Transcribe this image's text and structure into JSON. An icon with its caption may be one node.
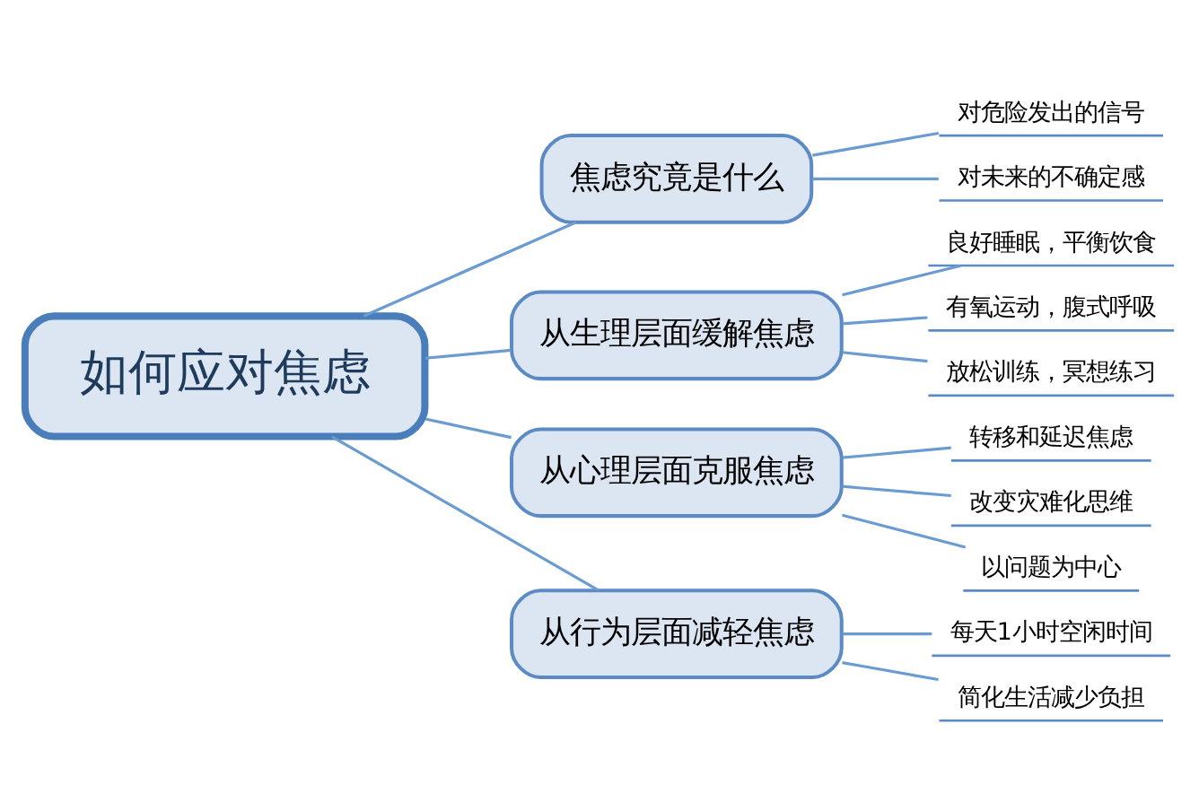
{
  "diagram": {
    "nodes": [
      {
        "text": [
          "如何应对焦虑"
        ]
      },
      {
        "text": [
          "焦虑究竟是什么"
        ]
      },
      {
        "text": [
          "对危险发出的信号"
        ]
      },
      {
        "text": [
          "对未来的不确定感"
        ]
      },
      {
        "text": [
          "从生理层面缓解焦虑"
        ]
      },
      {
        "text": [
          "良好睡眠，平衡饮食"
        ]
      },
      {
        "text": [
          "有氧运动，腹式呼吸"
        ]
      },
      {
        "text": [
          "放松训练，冥想练习"
        ]
      },
      {
        "text": [
          "从心理层面克服焦虑"
        ]
      },
      {
        "text": [
          "转移和延迟焦虑"
        ]
      },
      {
        "text": [
          "改变灾难化思维"
        ]
      },
      {
        "text": [
          "以问题为中心"
        ]
      },
      {
        "text": [
          "从行为层面减轻焦虑"
        ]
      },
      {
        "text": [
          "每天1小时空闲时间"
        ]
      },
      {
        "text": [
          "简化生活减少负担"
        ]
      }
    ],
    "edges": [
      {
        "from": 0,
        "to": 1,
        "arrow": "none"
      },
      {
        "from": 1,
        "to": 2,
        "arrow": "none"
      },
      {
        "from": 1,
        "to": 3,
        "arrow": "none"
      },
      {
        "from": 0,
        "to": 4,
        "arrow": "none"
      },
      {
        "from": 4,
        "to": 5,
        "arrow": "none"
      },
      {
        "from": 4,
        "to": 6,
        "arrow": "none"
      },
      {
        "from": 4,
        "to": 7,
        "arrow": "none"
      },
      {
        "from": 0,
        "to": 8,
        "arrow": "none"
      },
      {
        "from": 8,
        "to": 9,
        "arrow": "none"
      },
      {
        "from": 8,
        "to": 10,
        "arrow": "none"
      },
      {
        "from": 8,
        "to": 11,
        "arrow": "none"
      },
      {
        "from": 0,
        "to": 12,
        "arrow": "none"
      },
      {
        "from": 12,
        "to": 13,
        "arrow": "none"
      },
      {
        "from": 12,
        "to": 14,
        "arrow": "none"
      }
    ]
  }
}
